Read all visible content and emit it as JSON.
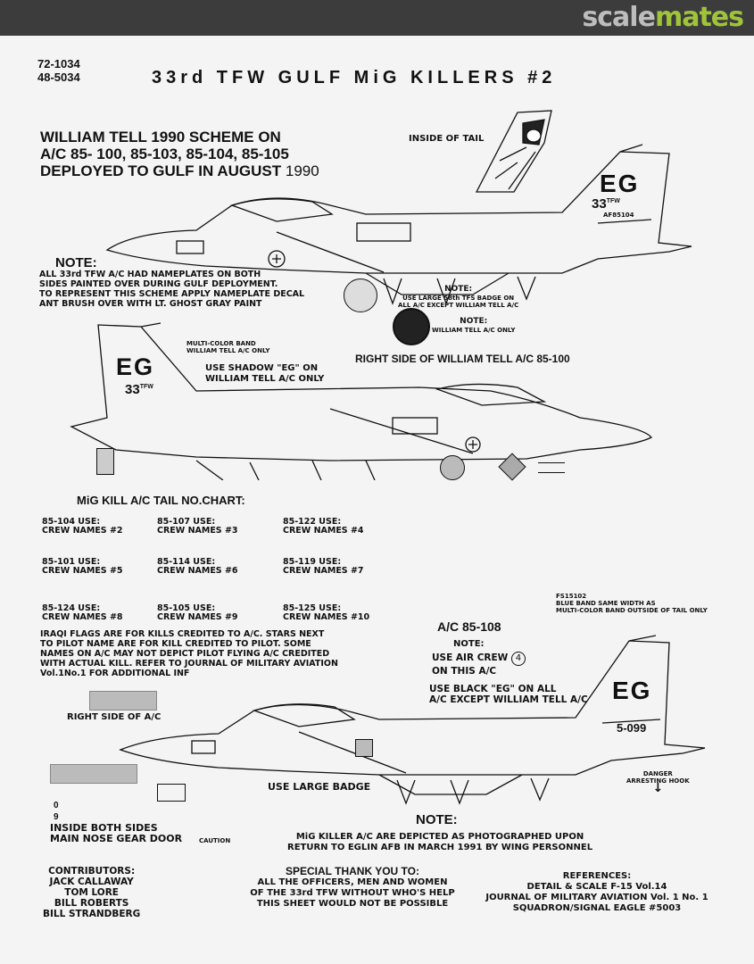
{
  "brand": {
    "part1": "scale",
    "part2": "mates"
  },
  "codes": [
    "72-1034",
    "48-5034"
  ],
  "title": "33rd TFW GULF MiG KILLERS #2",
  "scheme": {
    "line1": "WILLIAM TELL 1990 SCHEME ON",
    "line2": "A/C 85- 100, 85-103, 85-104, 85-105",
    "line3": "DEPLOYED TO GULF IN AUGUST",
    "year": "1990"
  },
  "inside_tail": "INSIDE OF TAIL",
  "tail_marks": {
    "eg": "EG",
    "tfw_num": "33",
    "tfw_sup": "TFW",
    "serial": "AF85104"
  },
  "note1": {
    "head": "NOTE:",
    "lines": [
      "ALL 33rd TFW A/C HAD NAMEPLATES ON BOTH",
      "SIDES PAINTED OVER DURING GULF DEPLOYMENT.",
      "TO REPRESENT THIS SCHEME APPLY NAMEPLATE DECAL",
      "ANT BRUSH OVER WITH LT. GHOST GRAY PAINT"
    ]
  },
  "note_badge": {
    "head": "NOTE:",
    "l1": "USE LARGE 58th TFS BADGE ON",
    "l2": "ALL A/C EXCEPT WILLIAM TELL A/C"
  },
  "note_wt": {
    "head": "NOTE:",
    "l1": "WILLIAM TELL A/C ONLY"
  },
  "multicolor": {
    "l1": "MULTI-COLOR BAND",
    "l2": "WILLIAM TELL A/C ONLY"
  },
  "shadow_eg": {
    "l1": "USE SHADOW \"EG\" ON",
    "l2": "WILLIAM TELL A/C ONLY"
  },
  "right_side_label": "RIGHT SIDE OF WILLIAM TELL A/C 85-100",
  "chart_title": "MiG KILL A/C TAIL NO.CHART:",
  "chart": [
    {
      "tail": "85-104 USE:",
      "crew": "CREW NAMES #2"
    },
    {
      "tail": "85-107 USE:",
      "crew": "CREW NAMES #3"
    },
    {
      "tail": "85-122 USE:",
      "crew": "CREW NAMES #4"
    },
    {
      "tail": "85-101 USE:",
      "crew": "CREW NAMES #5"
    },
    {
      "tail": "85-114 USE:",
      "crew": "CREW NAMES #6"
    },
    {
      "tail": "85-119 USE:",
      "crew": "CREW NAMES #7"
    },
    {
      "tail": "85-124 USE:",
      "crew": "CREW NAMES #8"
    },
    {
      "tail": "85-105 USE:",
      "crew": "CREW NAMES #9"
    },
    {
      "tail": "85-125 USE:",
      "crew": "CREW NAMES #10"
    }
  ],
  "flags_note": [
    "IRAQI FLAGS ARE FOR KILLS CREDITED TO A/C. STARS NEXT",
    "TO PILOT NAME ARE FOR KILL CREDITED TO PILOT. SOME",
    "NAMES ON A/C MAY NOT DEPICT PILOT FLYING A/C CREDITED",
    "WITH ACTUAL KILL. REFER TO JOURNAL OF MILITARY AVIATION",
    "Vol.1No.1 FOR ADDITIONAL INF"
  ],
  "fs": {
    "code": "FS15102",
    "l1": "BLUE BAND SAME WIDTH AS",
    "l2": "MULTI-COLOR BAND OUTSIDE OF TAIL ONLY"
  },
  "ac108": {
    "title": "A/C 85-108",
    "note": "NOTE:",
    "l1": "USE AIR CREW",
    "num": "4",
    "l2": "ON THIS A/C"
  },
  "black_eg": {
    "l1": "USE BLACK \"EG\" ON ALL",
    "l2": "A/C EXCEPT WILLIAM TELL A/C"
  },
  "right_side_ac": "RIGHT SIDE OF A/C",
  "tail3": {
    "eg": "EG",
    "serial": "5-099"
  },
  "danger": "DANGER",
  "hook": "ARRESTING HOOK",
  "large_badge": "USE LARGE BADGE",
  "gear_stencil": [
    "0",
    "9"
  ],
  "gear": {
    "l1": "INSIDE BOTH SIDES",
    "l2": "MAIN NOSE GEAR DOOR"
  },
  "caution": "CAUTION",
  "note_final": {
    "head": "NOTE:",
    "l1": "MiG KILLER A/C ARE DEPICTED AS PHOTOGRAPHED UPON",
    "l2": "RETURN TO EGLIN  AFB  IN MARCH 1991 BY WING PERSONNEL"
  },
  "contributors": {
    "head": "CONTRIBUTORS:",
    "names": [
      "JACK CALLAWAY",
      "TOM LORE",
      "BILL ROBERTS",
      "BILL STRANDBERG"
    ]
  },
  "thanks": {
    "head": "SPECIAL THANK YOU TO:",
    "lines": [
      "ALL THE OFFICERS, MEN AND WOMEN",
      "OF THE 33rd TFW WITHOUT WHO'S HELP",
      "THIS SHEET WOULD NOT BE POSSIBLE"
    ]
  },
  "references": {
    "head": "REFERENCES:",
    "lines": [
      "DETAIL & SCALE F-15 Vol.14",
      "JOURNAL OF MILITARY AVIATION Vol. 1 No. 1",
      "SQUADRON/SIGNAL EAGLE #5003"
    ]
  }
}
